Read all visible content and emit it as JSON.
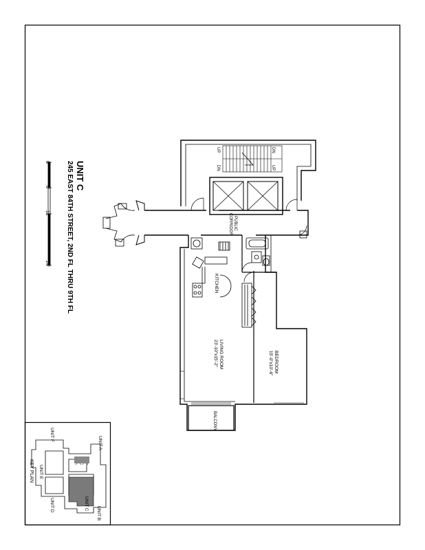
{
  "title": {
    "unit": "UNIT C",
    "address": "245 EAST 84TH STREET, 2ND FL THRU 9TH FL"
  },
  "scale_bar": {
    "ticks": [
      "0",
      "6'",
      "12'",
      "24'"
    ]
  },
  "rooms": {
    "living": {
      "name": "LIVING ROOM",
      "dims": "23'-10\"x15'-2\""
    },
    "bedroom": {
      "name": "BEDROOM",
      "dims": "15'-0\"x10'-6\""
    },
    "kitchen": {
      "name": "KITCHEN"
    },
    "balcony": {
      "name": "BALCONY"
    },
    "corridor": {
      "line1": "PUBLIC",
      "line2": "CORRIDOR"
    }
  },
  "stairs": {
    "up": "UP",
    "dn": "DN"
  },
  "key_plan": {
    "title": "KEY PLAN",
    "labels": [
      "UNIT A",
      "UNIT B",
      "UNIT C",
      "UNIT D",
      "UNIT E",
      "UNIT F"
    ]
  }
}
